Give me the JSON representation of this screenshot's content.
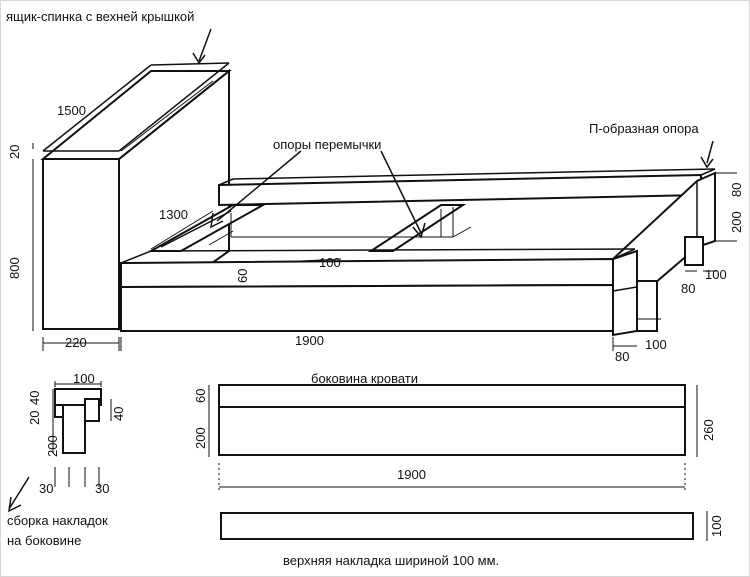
{
  "labels": {
    "headboard": "ящик-спинка с вехней крышкой",
    "bridge_supports": "опоры перемычки",
    "u_support": "П-образная опора",
    "bed_side": "боковина кровати",
    "assembly_line1": "сборка накладок",
    "assembly_line2": "на боковине",
    "top_strip": "верхняя накладка шириной 100 мм."
  },
  "dims": {
    "headboard_width": "1500",
    "headboard_top": "20",
    "headboard_height": "800",
    "headboard_depth": "220",
    "inner_width": "1300",
    "bar_height": "60",
    "bar_width": "100",
    "frame_length": "1900",
    "leg_front_w": "80",
    "leg_front_d": "100",
    "u_top": "80",
    "u_height": "200",
    "leg_back_w": "80",
    "leg_back_d": "100",
    "detail_width": "100",
    "detail_40_left": "40",
    "detail_20": "20",
    "detail_40_right": "40",
    "detail_200": "200",
    "detail_30_left": "30",
    "detail_30_right": "30",
    "side_top": "60",
    "side_bottom": "200",
    "side_total": "260",
    "side_length": "1900",
    "strip_width": "100"
  }
}
